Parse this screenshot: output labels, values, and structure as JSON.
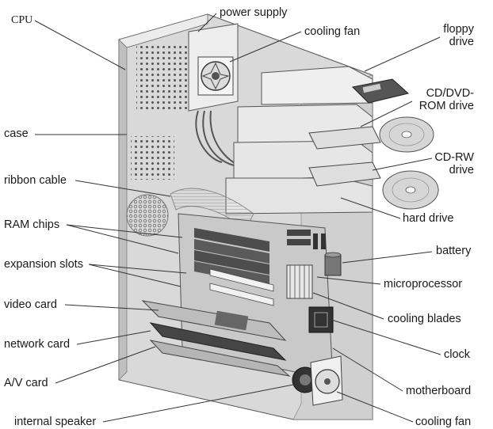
{
  "labels": {
    "cpu": "CPU",
    "power_supply": "power supply",
    "cooling_fan_top": "cooling fan",
    "floppy_1": "floppy",
    "floppy_2": "drive",
    "cdrom_1": "CD/DVD-",
    "cdrom_2": "ROM drive",
    "cdrw_1": "CD-RW",
    "cdrw_2": "drive",
    "hard_drive": "hard drive",
    "battery": "battery",
    "microprocessor": "microprocessor",
    "cooling_blades": "cooling blades",
    "clock": "clock",
    "motherboard": "motherboard",
    "cooling_fan_bottom": "cooling fan",
    "case": "case",
    "ribbon_cable": "ribbon cable",
    "ram_chips": "RAM chips",
    "expansion_slots": "expansion slots",
    "video_card": "video card",
    "network_card": "network card",
    "av_card": "A/V card",
    "internal_speaker": "internal speaker"
  },
  "colors": {
    "line": "#333333",
    "case_fill": "#dcdcdc",
    "case_side": "#c6c6c6",
    "case_top": "#ededed",
    "dark": "#4a4a4a"
  }
}
